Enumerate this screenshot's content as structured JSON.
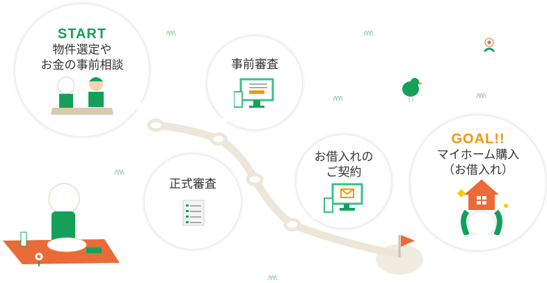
{
  "steps": [
    {
      "heading": "START",
      "lines": [
        "物件選定や",
        "お金の事前相談"
      ]
    },
    {
      "lines": [
        "事前審査"
      ]
    },
    {
      "lines": [
        "正式審査"
      ]
    },
    {
      "lines": [
        "お借入れの",
        "ご契約"
      ]
    },
    {
      "heading": "GOAL!!",
      "lines": [
        "マイホーム購入",
        "（お借入れ）"
      ]
    }
  ],
  "colors": {
    "green": "#15a05a",
    "orange": "#f39800",
    "path": "#ede7d9",
    "flag": "#ea6a38"
  }
}
